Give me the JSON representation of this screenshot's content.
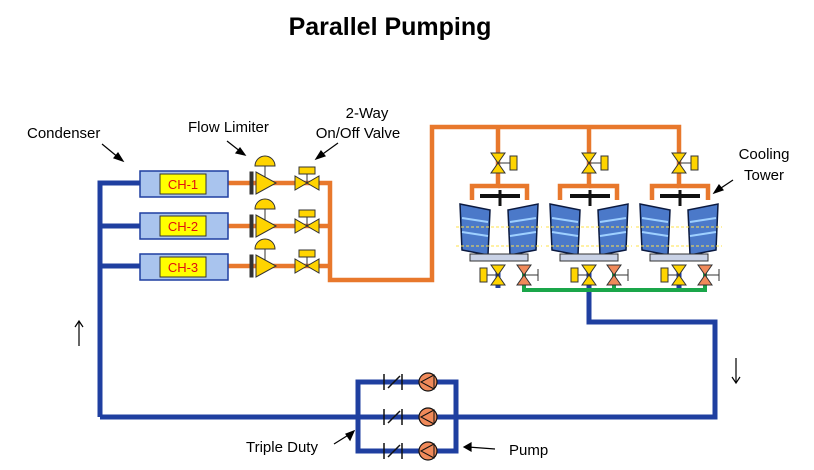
{
  "title": "Parallel Pumping",
  "labels": {
    "condenser": "Condenser",
    "flow_limiter": "Flow Limiter",
    "valve_line1": "2-Way",
    "valve_line2": "On/Off Valve",
    "cooling_line1": "Cooling",
    "cooling_line2": "Tower",
    "triple_duty": "Triple Duty",
    "pump": "Pump"
  },
  "chillers": [
    "CH-1",
    "CH-2",
    "CH-3"
  ],
  "colors": {
    "supply_pipe": "#1f3fa0",
    "hot_pipe": "#e8782c",
    "bypass_pipe": "#1aa64a",
    "chiller_box": "#a9c4ee",
    "chiller_core": "#ffff00",
    "valve": "#ffd400",
    "pump": "#f08a5a"
  }
}
